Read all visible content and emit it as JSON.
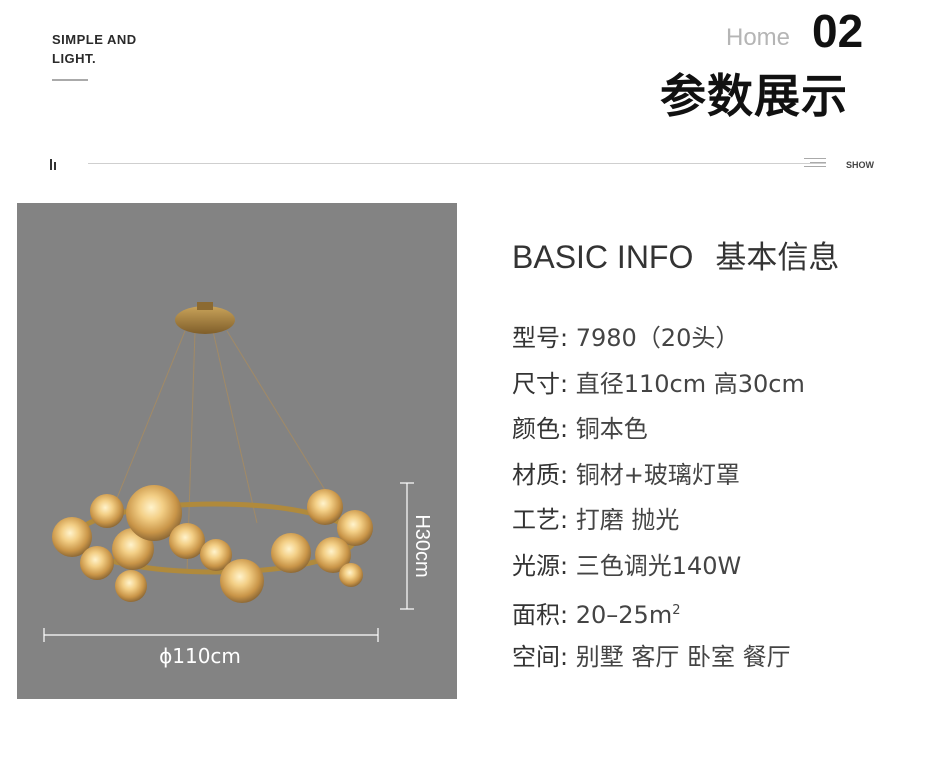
{
  "header": {
    "brand_line1": "SIMPLE AND",
    "brand_line2": "LIGHT.",
    "home": "Home",
    "number": "02",
    "title": "参数展示",
    "show": "SHOW"
  },
  "product_image": {
    "dim_height": "H30cm",
    "dim_diameter": "ϕ110cm",
    "colors": {
      "background": "#838383",
      "brass": "#b08a3c"
    }
  },
  "info": {
    "heading_en": "BASIC INFO",
    "heading_cn": "基本信息",
    "specs": [
      {
        "key": "型号:",
        "value": "7980（20头）"
      },
      {
        "key": "尺寸:",
        "value": "直径110cm 高30cm"
      },
      {
        "key": "颜色:",
        "value": "铜本色"
      },
      {
        "key": "材质:",
        "value": "铜材+玻璃灯罩"
      },
      {
        "key": "工艺:",
        "value": "打磨 抛光"
      },
      {
        "key": "光源:",
        "value": "三色调光140W"
      },
      {
        "key": "面积:",
        "value": "20–25m",
        "sup": "2"
      },
      {
        "key": "空间:",
        "value": "别墅 客厅 卧室 餐厅"
      }
    ]
  }
}
